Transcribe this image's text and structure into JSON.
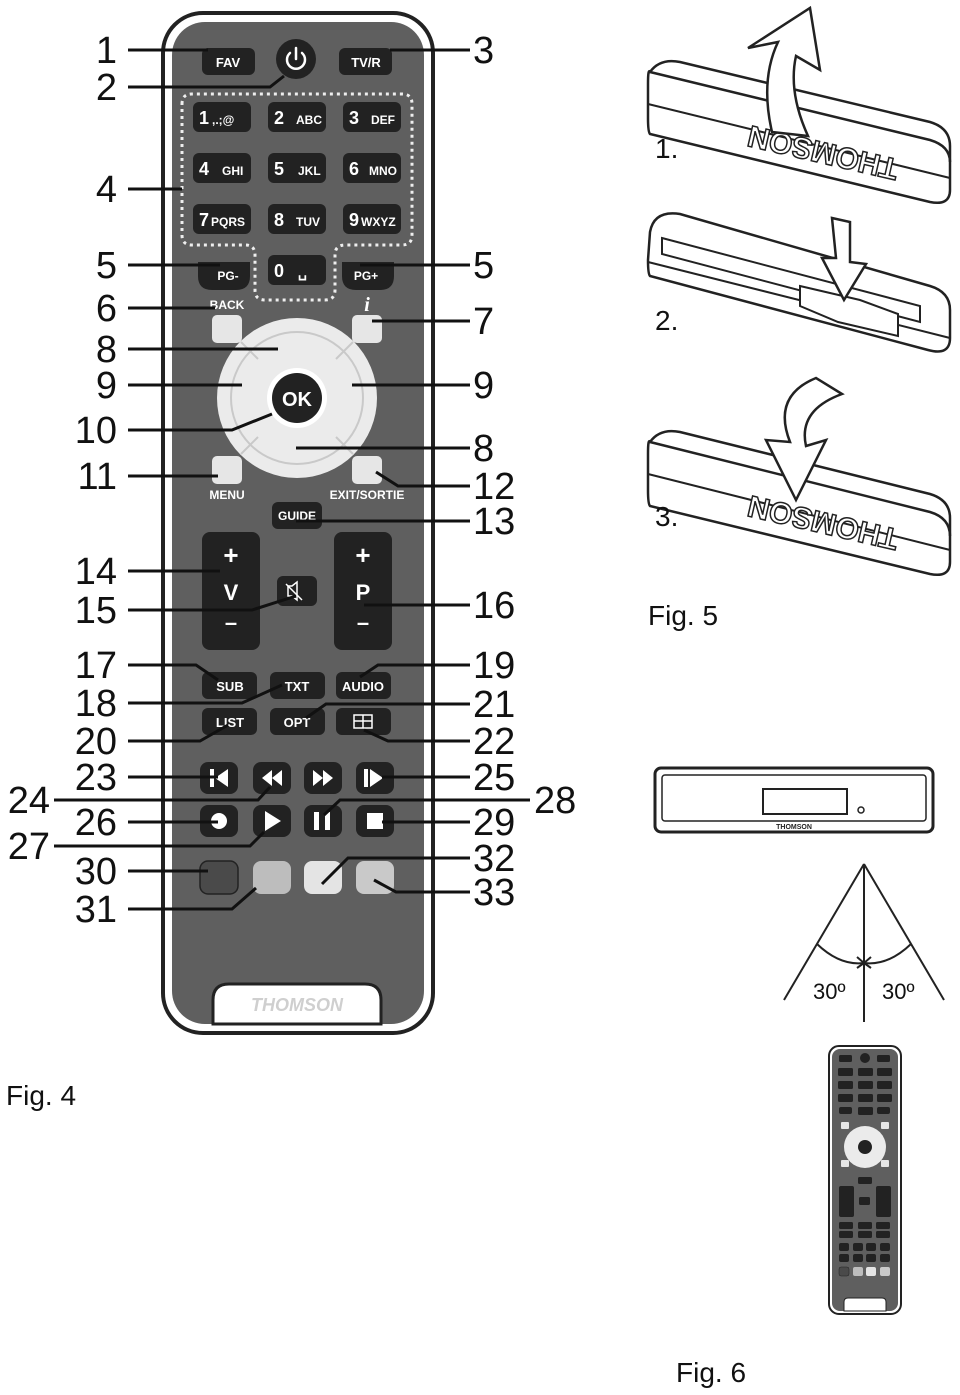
{
  "remote": {
    "brand": "THOMSON",
    "buttons": {
      "fav": "FAV",
      "tvr": "TV/R",
      "power_icon": "power-icon",
      "num1": "1",
      "num1_sub": ",.;@",
      "num2": "2",
      "num2_sub": "ABC",
      "num3": "3",
      "num3_sub": "DEF",
      "num4": "4",
      "num4_sub": "GHI",
      "num5": "5",
      "num5_sub": "JKL",
      "num6": "6",
      "num6_sub": "MNO",
      "num7": "7",
      "num7_sub": "PQRS",
      "num8": "8",
      "num8_sub": "TUV",
      "num9": "9",
      "num9_sub": "WXYZ",
      "num0": "0",
      "num0_sub": "␣",
      "pg_minus": "PG-",
      "pg_plus": "PG+",
      "back": "BACK",
      "info": "i",
      "ok": "OK",
      "menu": "MENU",
      "exit": "EXIT/SORTIE",
      "guide": "GUIDE",
      "vol_plus": "+",
      "vol": "V",
      "vol_minus": "–",
      "prog_plus": "+",
      "prog": "P",
      "prog_minus": "–",
      "sub": "SUB",
      "txt": "TXT",
      "audio": "AUDIO",
      "list": "LIST",
      "opt": "OPT"
    }
  },
  "callouts": {
    "c1": "1",
    "c2": "2",
    "c3": "3",
    "c4": "4",
    "c5a": "5",
    "c5b": "5",
    "c6": "6",
    "c7": "7",
    "c8a": "8",
    "c8b": "8",
    "c9a": "9",
    "c9b": "9",
    "c10": "10",
    "c11": "11",
    "c12": "12",
    "c13": "13",
    "c14": "14",
    "c15": "15",
    "c16": "16",
    "c17": "17",
    "c18": "18",
    "c19": "19",
    "c20": "20",
    "c21": "21",
    "c22": "22",
    "c23": "23",
    "c24": "24",
    "c25": "25",
    "c26": "26",
    "c27": "27",
    "c28": "28",
    "c29": "29",
    "c30": "30",
    "c31": "31",
    "c32": "32",
    "c33": "33"
  },
  "fig5": {
    "caption": "Fig. 5",
    "step1": "1.",
    "step2": "2.",
    "step3": "3.",
    "brand": "THOMSON"
  },
  "fig6": {
    "caption": "Fig. 6",
    "receiver_brand": "THOMSON",
    "angle_left": "30º",
    "angle_right": "30º"
  },
  "fig4": {
    "caption": "Fig. 4"
  },
  "colors": {
    "remote_body": "#5f5f5f",
    "button": "#222222",
    "pad": "#ebebeb",
    "color_key_1": "#4a4a4a",
    "color_key_2": "#bdbdbd",
    "color_key_3": "#e4e4e4",
    "color_key_4": "#c9c9c9"
  }
}
